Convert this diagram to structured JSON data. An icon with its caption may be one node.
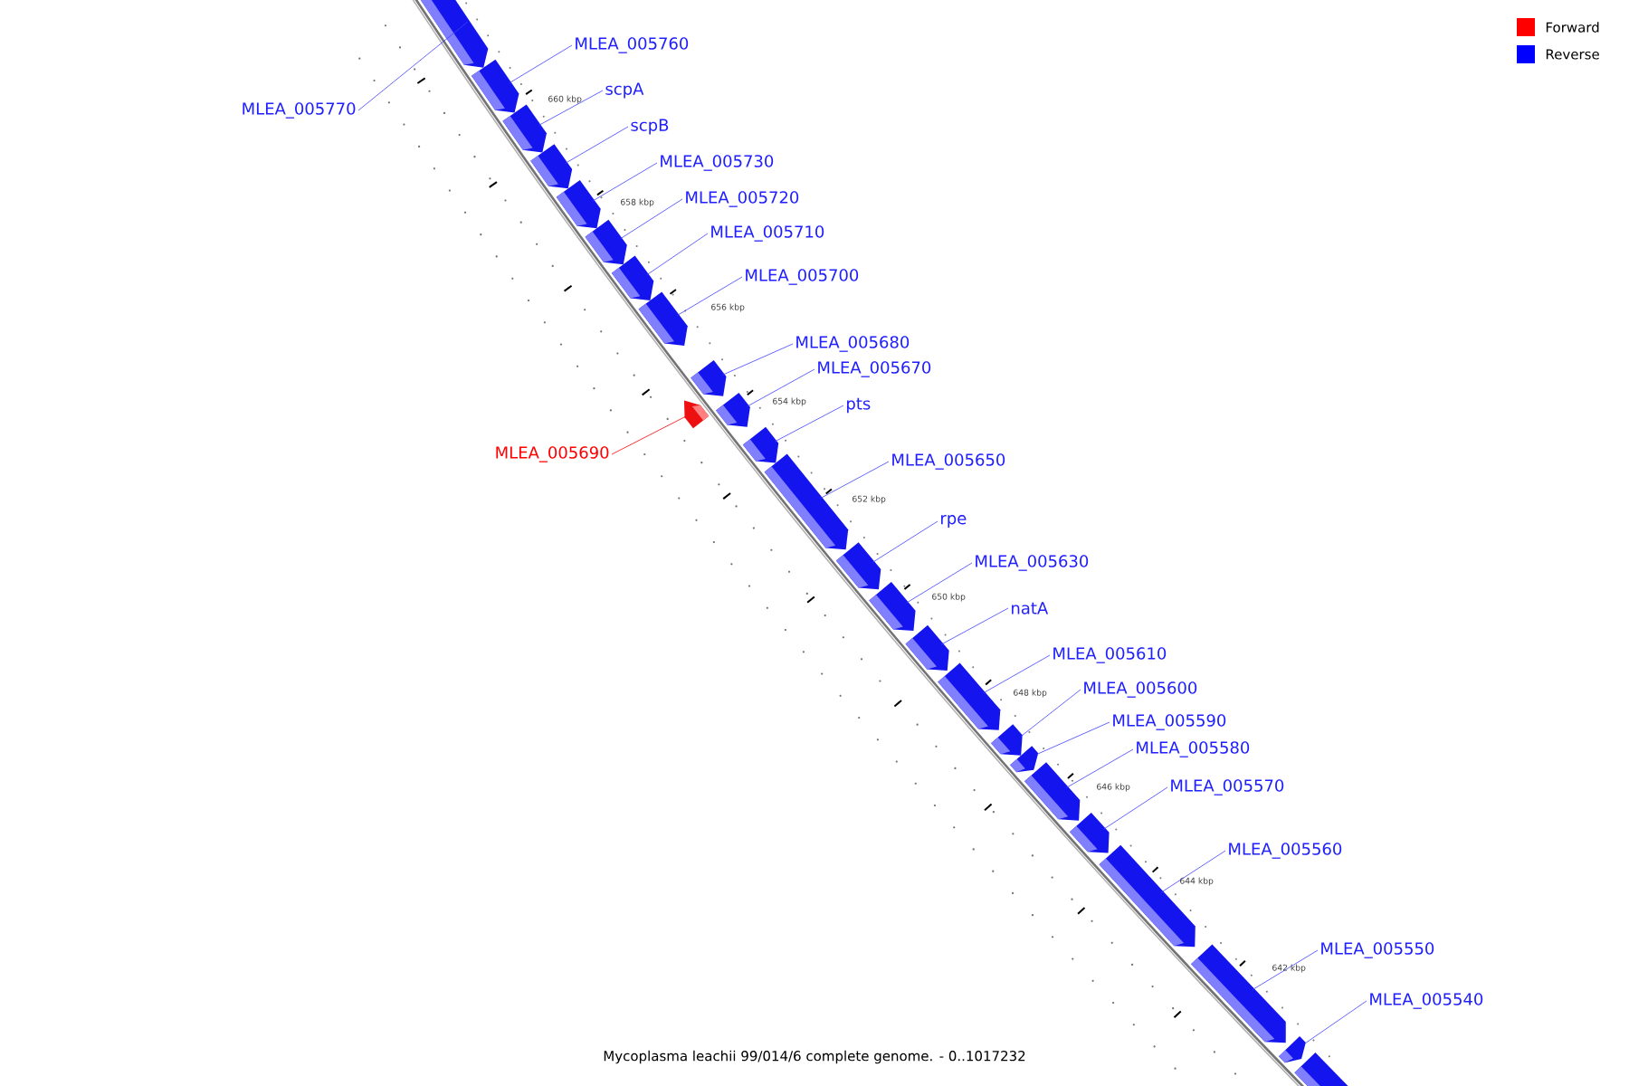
{
  "diagram": {
    "caption": "Mycoplasma leachii 99/014/6 complete genome. - 0..1017232",
    "nodes": [
      {
        "text": [
          "MLEA_005770"
        ]
      },
      {
        "text": [],
        "shape": "arrow"
      },
      {
        "text": [
          "MLEA_005760"
        ]
      },
      {
        "text": [],
        "shape": "arrow"
      },
      {
        "text": [
          "scpA"
        ]
      },
      {
        "text": [],
        "shape": "arrow"
      },
      {
        "text": [
          "scpB"
        ]
      },
      {
        "text": [],
        "shape": "arrow"
      },
      {
        "text": [
          "MLEA_005730"
        ]
      },
      {
        "text": [],
        "shape": "arrow"
      },
      {
        "text": [
          "MLEA_005720"
        ]
      },
      {
        "text": [],
        "shape": "arrow"
      },
      {
        "text": [
          "MLEA_005710"
        ]
      },
      {
        "text": [],
        "shape": "arrow"
      },
      {
        "text": [
          "MLEA_005700"
        ]
      },
      {
        "text": [],
        "shape": "arrow"
      },
      {
        "text": [
          "MLEA_005680"
        ]
      },
      {
        "text": [],
        "shape": "arrow"
      },
      {
        "text": [
          "MLEA_005690"
        ]
      },
      {
        "text": [],
        "shape": "arrow"
      },
      {
        "text": [
          "MLEA_005670"
        ]
      },
      {
        "text": [],
        "shape": "arrow"
      },
      {
        "text": [
          "pts"
        ]
      },
      {
        "text": [],
        "shape": "arrow"
      },
      {
        "text": [
          "MLEA_005650"
        ]
      },
      {
        "text": [],
        "shape": "arrow"
      },
      {
        "text": [
          "rpe"
        ]
      },
      {
        "text": [],
        "shape": "arrow"
      },
      {
        "text": [
          "MLEA_005630"
        ]
      },
      {
        "text": [],
        "shape": "arrow"
      },
      {
        "text": [
          "natA"
        ]
      },
      {
        "text": [],
        "shape": "arrow"
      },
      {
        "text": [
          "MLEA_005610"
        ]
      },
      {
        "text": [],
        "shape": "arrow"
      },
      {
        "text": [
          "MLEA_005600"
        ]
      },
      {
        "text": [],
        "shape": "arrow"
      },
      {
        "text": [
          "MLEA_005590"
        ]
      },
      {
        "text": [],
        "shape": "arrow"
      },
      {
        "text": [
          "MLEA_005580"
        ]
      },
      {
        "text": [],
        "shape": "arrow"
      },
      {
        "text": [
          "MLEA_005570"
        ]
      },
      {
        "text": [],
        "shape": "arrow"
      },
      {
        "text": [
          "MLEA_005560"
        ]
      },
      {
        "text": [],
        "shape": "arrow"
      },
      {
        "text": [
          "MLEA_005550"
        ]
      },
      {
        "text": [],
        "shape": "arrow"
      },
      {
        "text": [
          "MLEA_005540"
        ]
      },
      {
        "text": [],
        "shape": "arrow"
      },
      {
        "text": [],
        "shape": "arrow"
      }
    ],
    "edges": [
      {
        "from": 0,
        "to": 1,
        "arrow": "none"
      },
      {
        "from": 2,
        "to": 3,
        "arrow": "none"
      },
      {
        "from": 4,
        "to": 5,
        "arrow": "none"
      },
      {
        "from": 6,
        "to": 7,
        "arrow": "none"
      },
      {
        "from": 8,
        "to": 9,
        "arrow": "none"
      },
      {
        "from": 10,
        "to": 11,
        "arrow": "none"
      },
      {
        "from": 12,
        "to": 13,
        "arrow": "none"
      },
      {
        "from": 14,
        "to": 15,
        "arrow": "none"
      },
      {
        "from": 16,
        "to": 17,
        "arrow": "none"
      },
      {
        "from": 18,
        "to": 19,
        "arrow": "none",
        "color": "#ff0000"
      },
      {
        "from": 20,
        "to": 21,
        "arrow": "none"
      },
      {
        "from": 22,
        "to": 23,
        "arrow": "none"
      },
      {
        "from": 24,
        "to": 25,
        "arrow": "none"
      },
      {
        "from": 26,
        "to": 27,
        "arrow": "none"
      },
      {
        "from": 28,
        "to": 29,
        "arrow": "none"
      },
      {
        "from": 30,
        "to": 31,
        "arrow": "none"
      },
      {
        "from": 32,
        "to": 33,
        "arrow": "none"
      },
      {
        "from": 34,
        "to": 35,
        "arrow": "none"
      },
      {
        "from": 36,
        "to": 37,
        "arrow": "none"
      },
      {
        "from": 38,
        "to": 39,
        "arrow": "none"
      },
      {
        "from": 40,
        "to": 41,
        "arrow": "none"
      },
      {
        "from": 42,
        "to": 43,
        "arrow": "none"
      },
      {
        "from": 44,
        "to": 45,
        "arrow": "none"
      },
      {
        "from": 46,
        "to": 47,
        "arrow": "none"
      }
    ],
    "labels": [
      "660 kbp",
      "658 kbp",
      "656 kbp",
      "654 kbp",
      "652 kbp",
      "650 kbp",
      "648 kbp",
      "646 kbp",
      "644 kbp",
      "642 kbp"
    ],
    "legend": [
      {
        "text": "Forward",
        "color": "#ff0000"
      },
      {
        "text": "Reverse",
        "color": "#0000ff"
      }
    ]
  }
}
